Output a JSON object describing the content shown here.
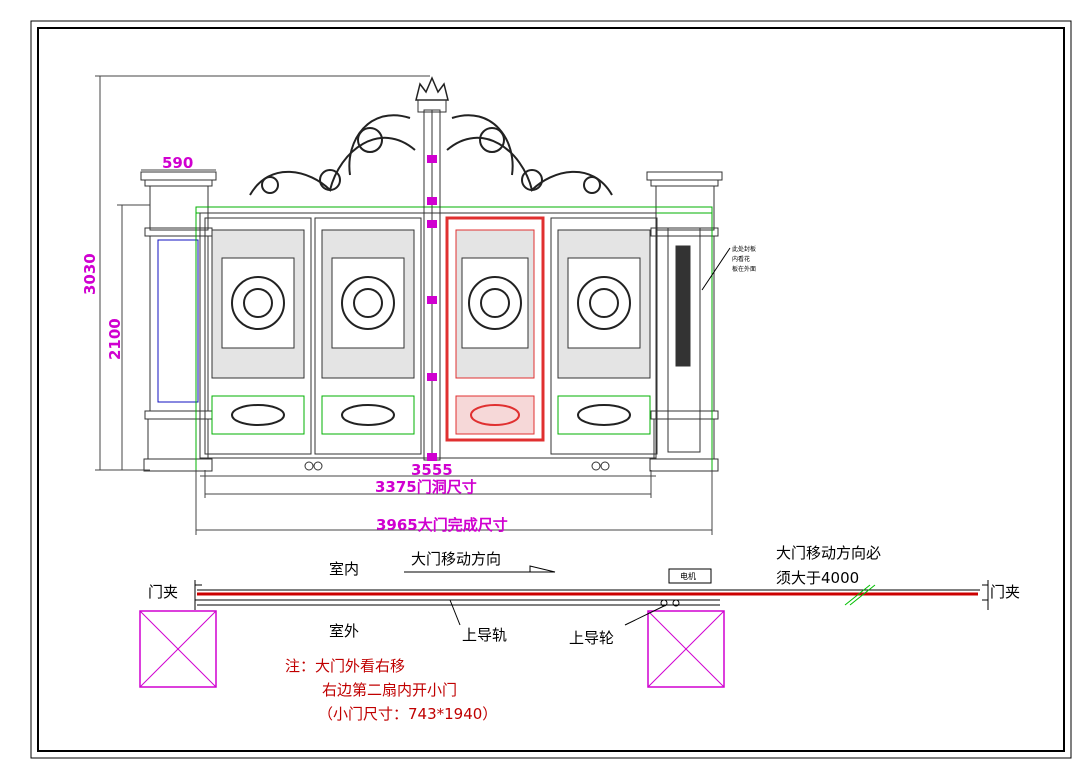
{
  "dimensions": {
    "d590": "590",
    "d3030": "3030",
    "d2100": "2100",
    "d3555": "3555",
    "d3375": "3375门洞尺寸",
    "d3965": "3965大门完成尺寸"
  },
  "plan": {
    "indoor": "室内",
    "outdoor": "室外",
    "move_dir": "大门移动方向",
    "clamp_left": "门夹",
    "clamp_right": "门夹",
    "note_right_1": "大门移动方向必",
    "note_right_2": "须大于4000",
    "upper_rail": "上导轨",
    "upper_wheel": "上导轮",
    "motor": "电机"
  },
  "notes": {
    "line1": "注：大门外看右移",
    "line2": "右边第二扇内开小门",
    "line3": "（小门尺寸：743*1940）"
  },
  "callout": {
    "l1": "此处封板",
    "l2": "内看花",
    "l3": "板在外面"
  },
  "colors": {
    "dimension": "#d000d0",
    "outline": "#000000",
    "frame_green": "#00b000",
    "rail_red": "#cc0000",
    "note_red": "#c00000"
  }
}
